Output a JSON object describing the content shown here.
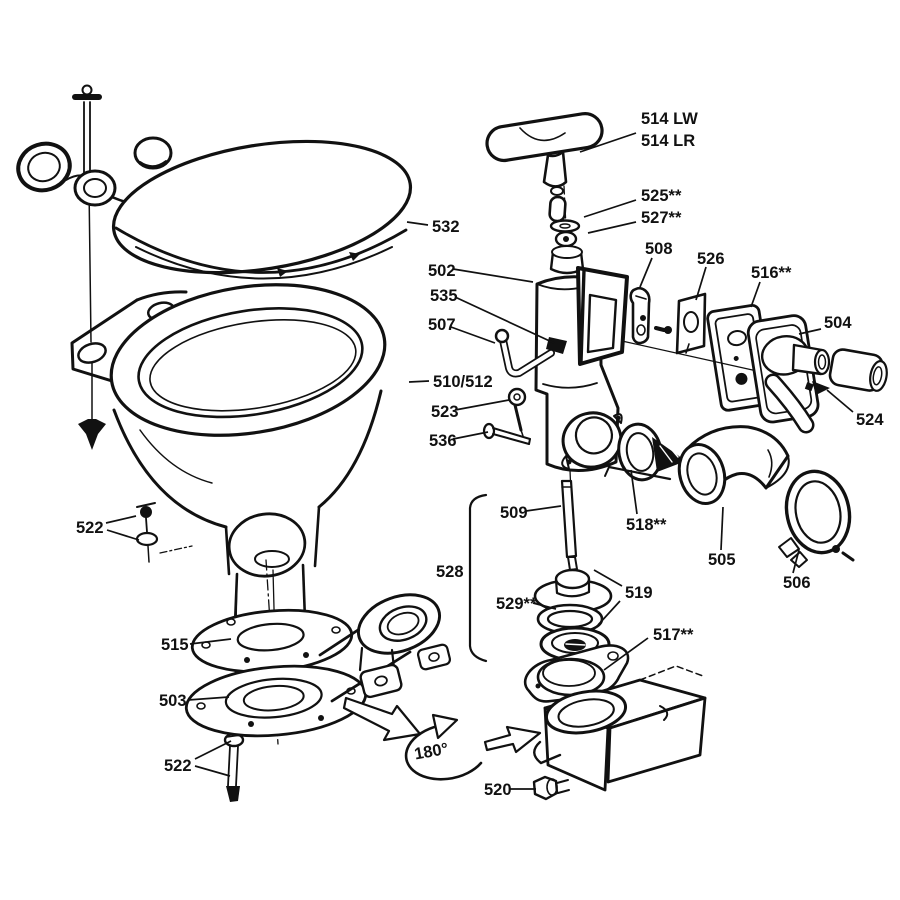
{
  "colors": {
    "ink": "#111111",
    "background": "#ffffff"
  },
  "labels": [
    {
      "id": "514-lw",
      "text": "514 LW"
    },
    {
      "id": "514-lr",
      "text": "514 LR"
    },
    {
      "id": "525",
      "text": "525**"
    },
    {
      "id": "527",
      "text": "527**"
    },
    {
      "id": "508",
      "text": "508"
    },
    {
      "id": "526",
      "text": "526"
    },
    {
      "id": "516",
      "text": "516**"
    },
    {
      "id": "504",
      "text": "504"
    },
    {
      "id": "524",
      "text": "524"
    },
    {
      "id": "532",
      "text": "532"
    },
    {
      "id": "502",
      "text": "502"
    },
    {
      "id": "535",
      "text": "535"
    },
    {
      "id": "507",
      "text": "507"
    },
    {
      "id": "510-512",
      "text": "510/512"
    },
    {
      "id": "523",
      "text": "523"
    },
    {
      "id": "536",
      "text": "536"
    },
    {
      "id": "509",
      "text": "509"
    },
    {
      "id": "518",
      "text": "518**"
    },
    {
      "id": "528",
      "text": "528"
    },
    {
      "id": "519",
      "text": "519"
    },
    {
      "id": "529",
      "text": "529**"
    },
    {
      "id": "517",
      "text": "517**"
    },
    {
      "id": "505",
      "text": "505"
    },
    {
      "id": "506",
      "text": "506"
    },
    {
      "id": "515",
      "text": "515"
    },
    {
      "id": "503",
      "text": "503"
    },
    {
      "id": "522-upper",
      "text": "522"
    },
    {
      "id": "522-lower",
      "text": "522"
    },
    {
      "id": "520",
      "text": "520"
    },
    {
      "id": "rotation-180",
      "text": "180°"
    }
  ]
}
